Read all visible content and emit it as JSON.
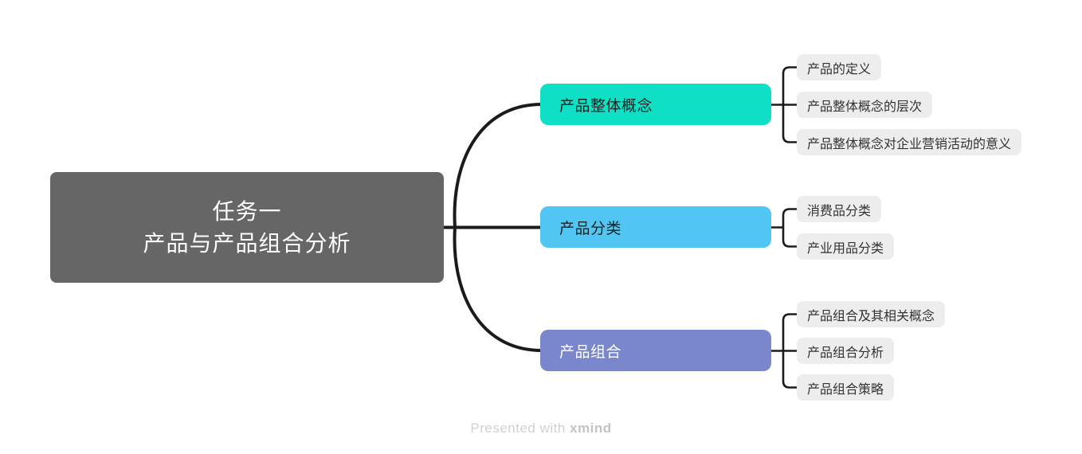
{
  "root": {
    "label_line1": "任务一",
    "label_line2": "产品与产品组合分析",
    "bg_color": "#666666",
    "text_color": "#ffffff"
  },
  "branches": [
    {
      "label": "产品整体概念",
      "bg_color": "#0fe0c5",
      "text_color": "#212121",
      "children": [
        "产品的定义",
        "产品整体概念的层次",
        "产品整体概念对企业营销活动的意义"
      ]
    },
    {
      "label": "产品分类",
      "bg_color": "#52c6f2",
      "text_color": "#212121",
      "children": [
        "消费品分类",
        "产业用品分类"
      ]
    },
    {
      "label": "产品组合",
      "bg_color": "#7a87cc",
      "text_color": "#ffffff",
      "children": [
        "产品组合及其相关概念",
        "产品组合分析",
        "产品组合策略"
      ]
    }
  ],
  "child_style": {
    "bg_color": "#ededed",
    "text_color": "#333333"
  },
  "connector_color": "#1b1b1b",
  "footer": {
    "prefix": "Presented with ",
    "brand": "xmind"
  }
}
